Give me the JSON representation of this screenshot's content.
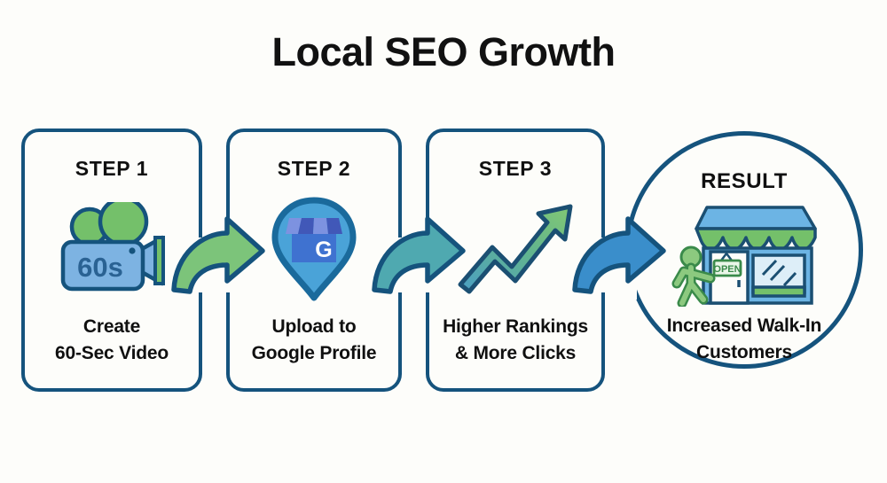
{
  "page": {
    "title": "Local SEO Growth",
    "background_color": "#fdfdfa",
    "outline_color": "#15537d",
    "text_color": "#101010"
  },
  "flow": {
    "nodes": [
      {
        "id": "step-1",
        "label": "STEP 1",
        "caption_line1": "Create",
        "caption_line2": "60-Sec Video",
        "icon": "video-camera-icon",
        "icon_text": "60s",
        "shape": "rounded-rect",
        "colors": {
          "body": "#7db3e2",
          "accent": "#74c06a",
          "outline": "#15537d"
        }
      },
      {
        "id": "step-2",
        "label": "STEP 2",
        "caption_line1": "Upload to",
        "caption_line2": "Google Profile",
        "icon": "google-business-map-pin-icon",
        "icon_text": "G",
        "shape": "rounded-rect",
        "colors": {
          "body": "#4aa3d8",
          "accent": "#3f72d0",
          "outline": "#1a6a9c"
        }
      },
      {
        "id": "step-3",
        "label": "STEP 3",
        "caption_line1": "Higher Rankings",
        "caption_line2": "& More Clicks",
        "icon": "upward-trend-arrow-icon",
        "icon_text": "",
        "shape": "rounded-rect",
        "colors": {
          "body": "#5aa9cf",
          "accent": "#74c06a",
          "outline": "#1b4f72"
        }
      },
      {
        "id": "result",
        "label": "RESULT",
        "caption_line1": "Increased Walk-In",
        "caption_line2": "Customers",
        "icon": "storefront-walk-in-icon",
        "icon_text": "OPEN",
        "shape": "circle",
        "colors": {
          "body": "#6cb4e4",
          "accent": "#74c06a",
          "outline": "#15537d"
        }
      }
    ],
    "connectors": [
      {
        "id": "connector-1",
        "from": "step-1",
        "to": "step-2",
        "style": "curved-arrow",
        "fill": "#7cc47a"
      },
      {
        "id": "connector-2",
        "from": "step-2",
        "to": "step-3",
        "style": "curved-arrow",
        "fill": "#4fa9b0"
      },
      {
        "id": "connector-3",
        "from": "step-3",
        "to": "result",
        "style": "curved-arrow",
        "fill": "#3a8ecb"
      }
    ]
  }
}
